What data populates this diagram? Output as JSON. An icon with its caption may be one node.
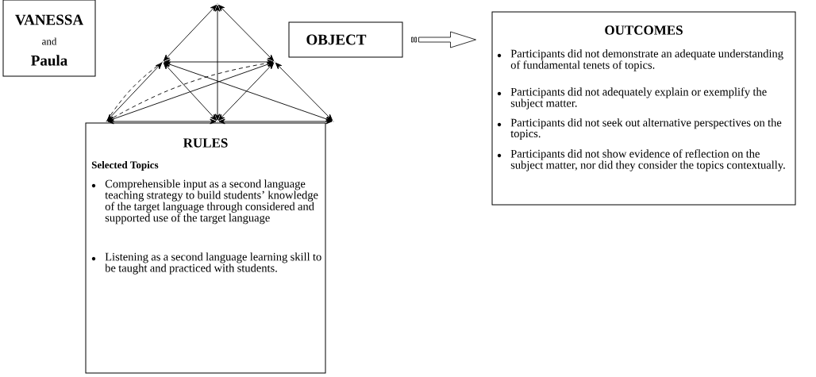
{
  "diagram": {
    "nodes": [
      {
        "text": [
          "VANESSA",
          "and",
          "Paula"
        ]
      },
      {
        "text": [],
        "shape": "point"
      },
      {
        "text": [
          "OBJECT"
        ]
      },
      {
        "text": [
          "OUTCOMES",
          "Participants did not demonstrate an adequate understanding of fundamental tenets of topics.",
          "Participants did not adequately explain or exemplify the subject matter.",
          "Participants did not seek out alternative perspectives on the topics.",
          "Participants did not show evidence of reflection on the subject matter, nor did they consider the topics contextually."
        ]
      },
      {
        "text": [],
        "shape": "point"
      },
      {
        "text": [],
        "shape": "point"
      },
      {
        "text": [],
        "shape": "point"
      },
      {
        "text": [],
        "shape": "point"
      },
      {
        "text": [],
        "shape": "point"
      },
      {
        "text": [
          "RULES",
          "Selected Topics",
          "Comprehensible input as a second language teaching strategy to build students’ knowledge of the target language through considered and supported use of the target language",
          "Listening as a second language learning skill to be taught and practiced with students."
        ]
      }
    ],
    "edges": [
      {
        "from": 1,
        "to": 4,
        "arrow": "both"
      },
      {
        "from": 1,
        "to": 5,
        "arrow": "both"
      },
      {
        "from": 1,
        "to": 7,
        "arrow": "both"
      },
      {
        "from": 4,
        "to": 5,
        "arrow": "both"
      },
      {
        "from": 4,
        "to": 6,
        "arrow": "both"
      },
      {
        "from": 4,
        "to": 7,
        "arrow": "both"
      },
      {
        "from": 4,
        "to": 8,
        "arrow": "both"
      },
      {
        "from": 5,
        "to": 6,
        "arrow": "both"
      },
      {
        "from": 5,
        "to": 7,
        "arrow": "both"
      },
      {
        "from": 5,
        "to": 8,
        "arrow": "both"
      },
      {
        "from": 6,
        "to": 7,
        "arrow": "both"
      },
      {
        "from": 7,
        "to": 8,
        "arrow": "both"
      },
      {
        "from": 6,
        "to": 4,
        "arrow": "none",
        "style": "dashed"
      },
      {
        "from": 6,
        "to": 5,
        "arrow": "none",
        "style": "dashed"
      },
      {
        "from": 2,
        "to": 3,
        "arrow": "to",
        "style": "thick"
      }
    ]
  }
}
